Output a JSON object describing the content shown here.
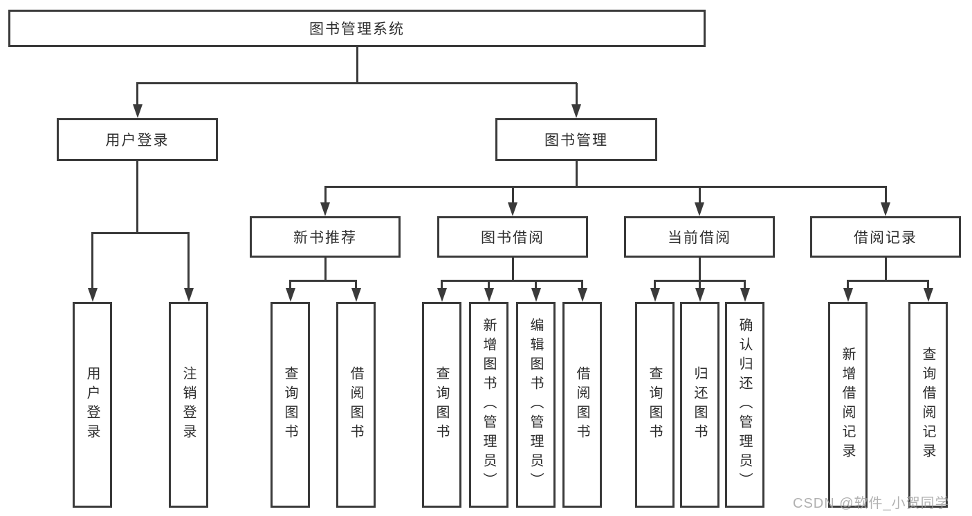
{
  "diagram": {
    "type": "hierarchy-diagram",
    "colors": {
      "line": "#3a3a3a",
      "text": "#2d2d2d",
      "background": "#ffffff",
      "watermark": "#9e9e9e"
    },
    "watermark": {
      "text": "CSDN @软件_小贺同学"
    },
    "nodes": {
      "root": {
        "label": "图书管理系统"
      },
      "user_login": {
        "label": "用户登录",
        "parent": "root"
      },
      "book_mgmt": {
        "label": "图书管理",
        "parent": "root"
      },
      "new_book_rec": {
        "label": "新书推荐",
        "parent": "book_mgmt"
      },
      "book_borrow": {
        "label": "图书借阅",
        "parent": "book_mgmt"
      },
      "current_borrow": {
        "label": "当前借阅",
        "parent": "book_mgmt"
      },
      "borrow_record": {
        "label": "借阅记录",
        "parent": "book_mgmt"
      },
      "ul_login": {
        "label": "用户登录",
        "parent": "user_login"
      },
      "ul_logout": {
        "label": "注销登录",
        "parent": "user_login"
      },
      "nb_query": {
        "label": "查询图书",
        "parent": "new_book_rec"
      },
      "nb_borrow": {
        "label": "借阅图书",
        "parent": "new_book_rec"
      },
      "bb_query": {
        "label": "查询图书",
        "parent": "book_borrow"
      },
      "bb_add": {
        "label": "新增图书（管理员）",
        "parent": "book_borrow"
      },
      "bb_edit": {
        "label": "编辑图书（管理员）",
        "parent": "book_borrow"
      },
      "bb_borrow": {
        "label": "借阅图书",
        "parent": "book_borrow"
      },
      "cb_query": {
        "label": "查询图书",
        "parent": "current_borrow"
      },
      "cb_return": {
        "label": "归还图书",
        "parent": "current_borrow"
      },
      "cb_confirm": {
        "label": "确认归还（管理员）",
        "parent": "current_borrow"
      },
      "br_add": {
        "label": "新增借阅记录",
        "parent": "borrow_record"
      },
      "br_query": {
        "label": "查询借阅记录",
        "parent": "borrow_record"
      }
    }
  }
}
